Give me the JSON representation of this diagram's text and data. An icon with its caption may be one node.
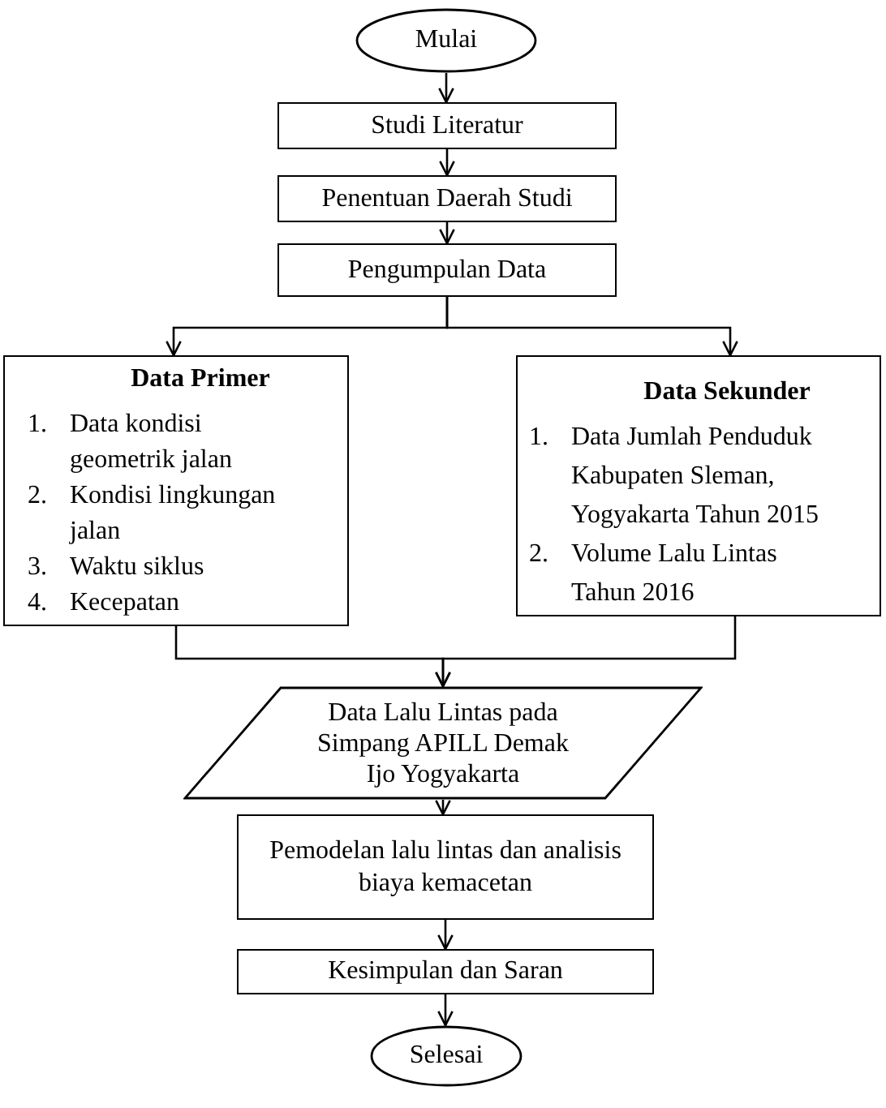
{
  "diagram": {
    "nodes": [
      {
        "text": [
          "Mulai"
        ]
      },
      {
        "text": [
          "Studi Literatur"
        ]
      },
      {
        "text": [
          "Penentuan Daerah Studi"
        ]
      },
      {
        "text": [
          "Pengumpulan Data"
        ]
      },
      {
        "text": [
          "Data Primer",
          "1.",
          "Data kondisi geometrik jalan",
          "2.",
          "Kondisi lingkungan jalan",
          "3.",
          "Waktu siklus",
          "4.",
          "Kecepatan"
        ]
      },
      {
        "text": [
          "Data Sekunder",
          "1.",
          "Data Jumlah Penduduk Kabupaten Sleman, Yogyakarta Tahun 2015",
          "2.",
          "Volume Lalu Lintas Tahun 2016"
        ]
      },
      {
        "text": [
          "Data Lalu Lintas pada Simpang APILL Demak Ijo Yogyakarta"
        ]
      },
      {
        "text": [
          "Pemodelan lalu lintas dan analisis biaya kemacetan"
        ]
      },
      {
        "text": [
          "Kesimpulan dan Saran"
        ]
      },
      {
        "text": [
          "Selesai"
        ]
      }
    ],
    "edges": [
      {
        "from": 0,
        "to": 1,
        "arrow": "to"
      },
      {
        "from": 1,
        "to": 2,
        "arrow": "to"
      },
      {
        "from": 2,
        "to": 3,
        "arrow": "to"
      },
      {
        "from": 3,
        "to": 4,
        "arrow": "to"
      },
      {
        "from": 3,
        "to": 5,
        "arrow": "to"
      },
      {
        "from": 4,
        "to": 6,
        "arrow": "to"
      },
      {
        "from": 5,
        "to": 6,
        "arrow": "to"
      },
      {
        "from": 6,
        "to": 7,
        "arrow": "to"
      },
      {
        "from": 7,
        "to": 8,
        "arrow": "to"
      },
      {
        "from": 8,
        "to": 9,
        "arrow": "to"
      }
    ]
  }
}
